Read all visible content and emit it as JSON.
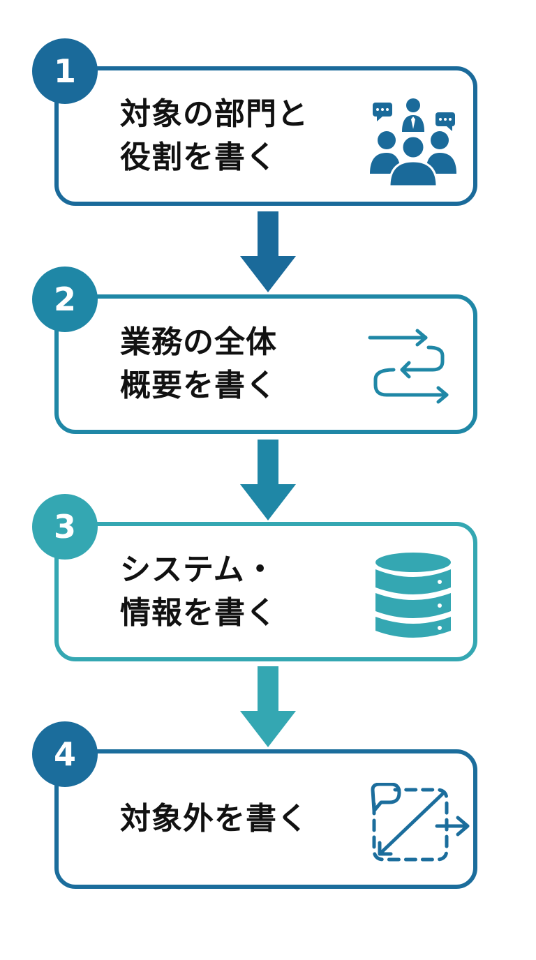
{
  "colors": {
    "step1": "#1a6a9a",
    "step2": "#1f87a6",
    "step3": "#34a7b2",
    "step4": "#1b6d9c"
  },
  "steps": [
    {
      "number": "1",
      "title": "対象の部門と\n役割を書く",
      "icon": "team-icon"
    },
    {
      "number": "2",
      "title": "業務の全体\n概要を書く",
      "icon": "flow-arrows-icon"
    },
    {
      "number": "3",
      "title": "システム・\n情報を書く",
      "icon": "database-icon"
    },
    {
      "number": "4",
      "title": "対象外を書く",
      "icon": "out-of-scope-icon"
    }
  ]
}
